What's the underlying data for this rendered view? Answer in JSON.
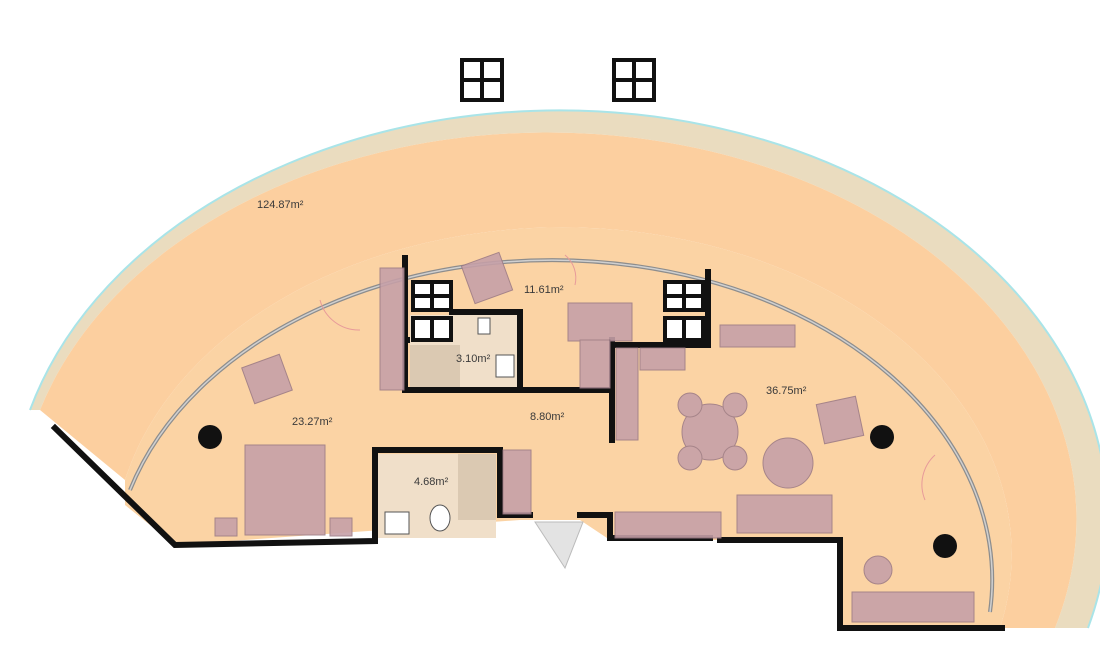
{
  "colors": {
    "terrace": "#fccf9f",
    "terrace_edge": "#eadcbf",
    "interior": "#fbd3a4",
    "wall": "#111111",
    "furniture": "#c6a0a8",
    "furniture_stroke": "#9c7b86",
    "bath_tile": "#f0dfc9",
    "bath_fill": "#d2bfa8",
    "glass": "#a9e4e8"
  },
  "rooms": [
    {
      "id": "terrace",
      "area": "124.87m²"
    },
    {
      "id": "bedroom",
      "area": "23.27m²"
    },
    {
      "id": "study",
      "area": "11.61m²"
    },
    {
      "id": "bathroom-1",
      "area": "3.10m²"
    },
    {
      "id": "hall",
      "area": "8.80m²"
    },
    {
      "id": "bathroom-2",
      "area": "4.68m²"
    },
    {
      "id": "living",
      "area": "36.75m²"
    }
  ]
}
